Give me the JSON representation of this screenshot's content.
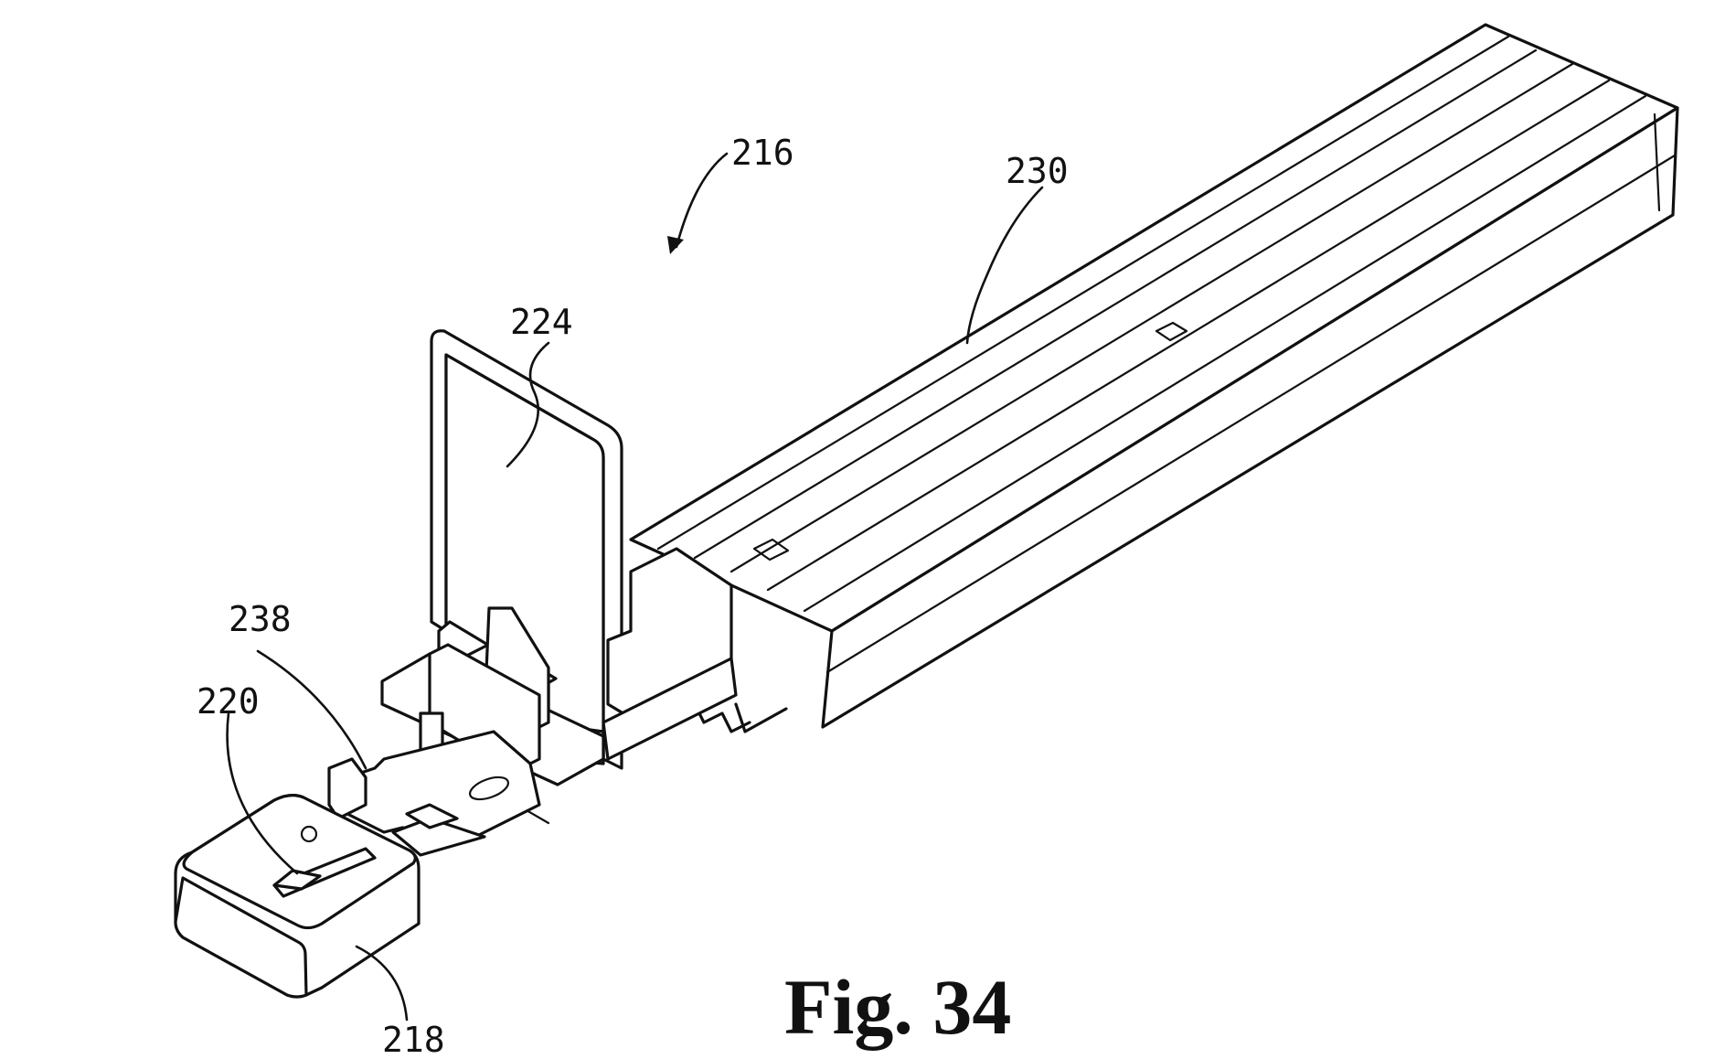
{
  "figure": {
    "caption": "Fig. 34",
    "reference_numerals": {
      "assembly": "216",
      "rail": "230",
      "panel": "224",
      "arm": "238",
      "slot": "220",
      "end_cap": "218"
    }
  }
}
